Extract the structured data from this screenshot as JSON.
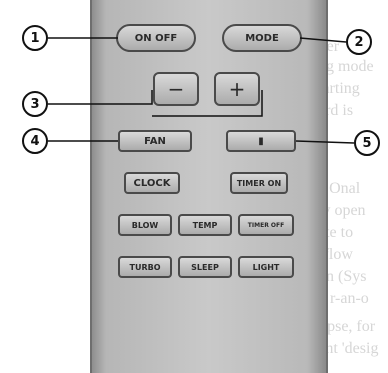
{
  "background_text": [
    "center",
    "ng mode",
    "tarting",
    "ard is",
    "e Onal",
    "ly open",
    "ate to",
    "nic flow",
    "bn (Sys",
    "r-an-o",
    "l elapse, for",
    "l light 'desig"
  ],
  "buttons": {
    "on_off": "ON OFF",
    "mode": "MODE",
    "minus": "−",
    "plus": "+",
    "fan": "FAN",
    "mid": "▮",
    "clock": "CLOCK",
    "timer_on": "TIMER ON",
    "blow": "BLOW",
    "temp": "TEMP",
    "timer_off": "TIMER OFF",
    "turbo": "TURBO",
    "sleep": "SLEEP",
    "light": "LIGHT"
  },
  "callouts": [
    "1",
    "2",
    "3",
    "4",
    "5"
  ]
}
